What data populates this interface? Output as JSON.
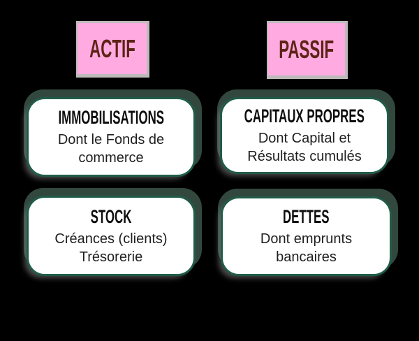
{
  "diagram": {
    "background_color": "#000000",
    "accent_colors": {
      "pill_pink": "#ffabe2",
      "pill_border_gray": "#bdbaba",
      "pill_text_brown": "#5c2414",
      "card_border_green": "#205c49",
      "card_backing_green": "#32483e",
      "card_bg": "#ffffff"
    }
  },
  "columns": [
    {
      "id": "actif",
      "header": "ACTIF",
      "cards": [
        {
          "title": "IMMOBILISATIONS",
          "lines": [
            "Dont le Fonds de",
            "commerce"
          ]
        },
        {
          "title": "STOCK",
          "lines": [
            "Créances (clients)",
            "Trésorerie"
          ]
        }
      ]
    },
    {
      "id": "passif",
      "header": "PASSIF",
      "cards": [
        {
          "title": "CAPITAUX PROPRES",
          "lines": [
            "Dont Capital et",
            "Résultats cumulés"
          ]
        },
        {
          "title": "DETTES",
          "lines": [
            "Dont emprunts",
            "bancaires"
          ]
        }
      ]
    }
  ]
}
